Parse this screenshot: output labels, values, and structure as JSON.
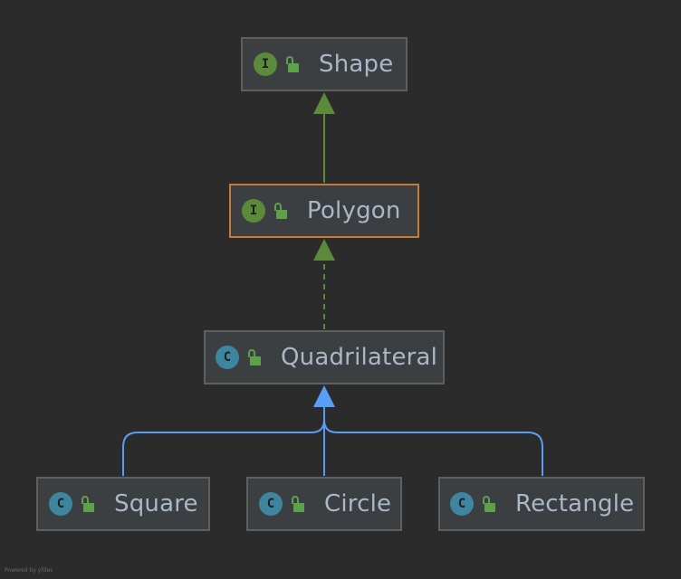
{
  "nodes": {
    "shape": {
      "label": "Shape",
      "kind_letter": "I",
      "kind": "interface",
      "icon": "interface-icon",
      "access_icon": "unlocked-icon"
    },
    "polygon": {
      "label": "Polygon",
      "kind_letter": "I",
      "kind": "interface",
      "icon": "interface-icon",
      "access_icon": "unlocked-icon",
      "selected": true
    },
    "quadrilateral": {
      "label": "Quadrilateral",
      "kind_letter": "C",
      "kind": "class",
      "icon": "class-icon",
      "access_icon": "unlocked-icon"
    },
    "square": {
      "label": "Square",
      "kind_letter": "C",
      "kind": "class",
      "icon": "class-icon",
      "access_icon": "unlocked-icon"
    },
    "circle": {
      "label": "Circle",
      "kind_letter": "C",
      "kind": "class",
      "icon": "class-icon",
      "access_icon": "unlocked-icon"
    },
    "rectangle": {
      "label": "Rectangle",
      "kind_letter": "C",
      "kind": "class",
      "icon": "class-icon",
      "access_icon": "unlocked-icon"
    }
  },
  "edges": [
    {
      "from": "Polygon",
      "to": "Shape",
      "style": "solid",
      "color": "#5b8a3a",
      "relation": "extends"
    },
    {
      "from": "Quadrilateral",
      "to": "Polygon",
      "style": "dashed",
      "color": "#5b8a3a",
      "relation": "implements"
    },
    {
      "from": "Square",
      "to": "Quadrilateral",
      "style": "solid",
      "color": "#589df6",
      "relation": "extends"
    },
    {
      "from": "Circle",
      "to": "Quadrilateral",
      "style": "solid",
      "color": "#589df6",
      "relation": "extends"
    },
    {
      "from": "Rectangle",
      "to": "Quadrilateral",
      "style": "solid",
      "color": "#589df6",
      "relation": "extends"
    }
  ],
  "colors": {
    "background": "#2b2b2b",
    "node_fill": "#3c3f41",
    "node_border": "#5e6060",
    "selected_border": "#c77a35",
    "text": "#a9b7c6",
    "interface_badge": "#5b8a3a",
    "class_badge": "#3e86a0",
    "lock": "#5fa04b"
  },
  "footer": "Powered by yFiles"
}
